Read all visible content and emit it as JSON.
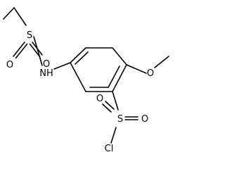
{
  "molecule": {
    "atoms": {
      "sulfonyl_s": "S",
      "sulfonyl_o_left": "O",
      "sulfonyl_o_right": "O",
      "amine_nh": "NH",
      "methoxy_o": "O",
      "chloride_s": "S",
      "chloride_o_top": "O",
      "chloride_o_right": "O",
      "chlorine": "Cl"
    },
    "colors": {
      "bond": "#000000",
      "label": "#000000",
      "background": "#ffffff"
    }
  }
}
